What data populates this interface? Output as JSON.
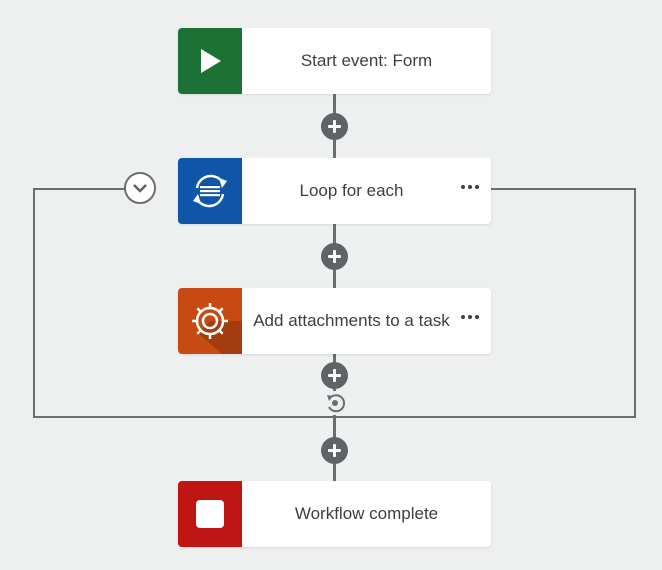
{
  "workflow": {
    "nodes": [
      {
        "id": "start",
        "label": "Start event: Form",
        "color": "#1b7234",
        "icon": "play-icon",
        "has_menu": false
      },
      {
        "id": "loop",
        "label": "Loop for each",
        "color": "#0f56a8",
        "icon": "loop-icon",
        "has_menu": true
      },
      {
        "id": "attach",
        "label": "Add attachments to a task",
        "color": "#c74a12",
        "icon": "gear-icon",
        "has_menu": true
      },
      {
        "id": "complete",
        "label": "Workflow complete",
        "color": "#c01515",
        "icon": "stop-icon",
        "has_menu": false
      }
    ],
    "connector_color": "#6a6e73"
  }
}
